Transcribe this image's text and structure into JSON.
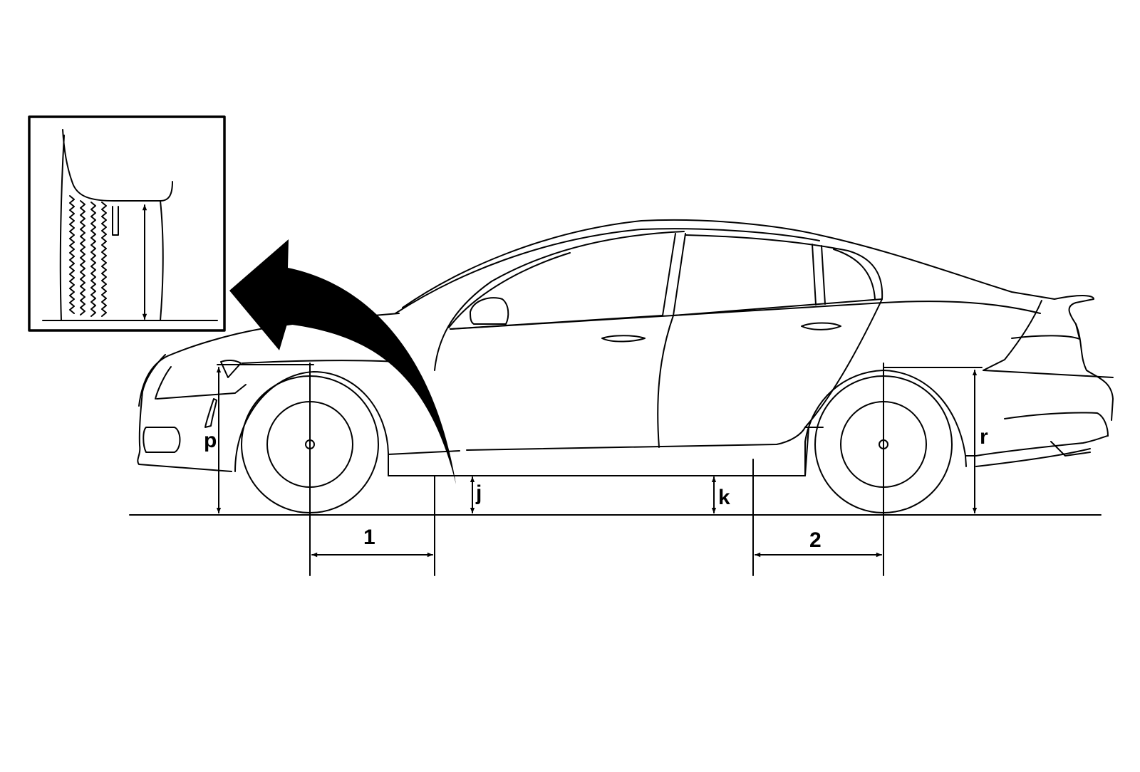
{
  "labels": {
    "p": "p",
    "r": "r",
    "j": "j",
    "k": "k",
    "front_overhang": "1",
    "rear_overhang": "2"
  },
  "colors": {
    "line": "#000000",
    "background": "#ffffff"
  },
  "icons": {
    "arrow": "curved-arrow-icon",
    "inset": "tire-tread-detail-icon"
  }
}
